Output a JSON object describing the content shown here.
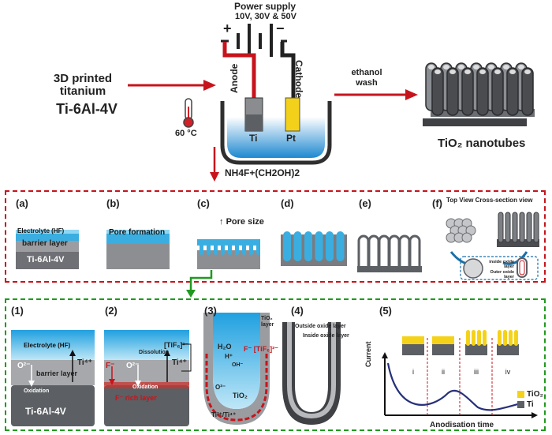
{
  "top": {
    "power_supply_title": "Power supply",
    "power_supply_voltages": "10V, 30V & 50V",
    "plus": "+",
    "minus": "−",
    "anode": "Anode",
    "cathode": "Cathode",
    "ti": "Ti",
    "pt": "Pt",
    "electrolyte": "NH4F+(CH2OH)2",
    "sample_line1": "3D printed",
    "sample_line2": "titanium",
    "sample_alloy": "Ti-6Al-4V",
    "temperature": "60 °C",
    "wash_line1": "ethanol",
    "wash_line2": "wash",
    "product": "TiO₂ nanotubes"
  },
  "panel_a": {
    "a": "(a)",
    "b": "(b)",
    "c": "(c)",
    "d": "(d)",
    "e": "(e)",
    "f": "(f)",
    "electrolyte": "Electrolyte (HF)",
    "barrier": "barrier layer",
    "alloy": "Ti-6Al-4V",
    "pore_formation": "Pore formation",
    "pore_size": "Pore size",
    "top_view": "Top View",
    "cross_section": "Cross-section view",
    "inside_oxide": "inside oxide layer",
    "outer_oxide": "Outer oxide layer"
  },
  "panel_b": {
    "p1": "(1)",
    "p2": "(2)",
    "p3": "(3)",
    "p4": "(4)",
    "p5": "(5)",
    "electrolyte": "Electrolyte (HF)",
    "o2": "O²⁻",
    "barrier": "barrier layer",
    "ti4": "Ti⁴⁺",
    "oxidation": "Oxidation",
    "alloy": "Ti-6Al-4V",
    "dissolution": "Dissolution",
    "tif6": "[TiF₆]²⁻",
    "fminus": "F⁻",
    "f_rich": "F⁻ rich layer",
    "tio2_layer": "TiO₂ layer",
    "h2o": "H₂O",
    "hplus": "H⁺",
    "ohminus": "OH⁻",
    "f_tif6": "F⁻ [TiF₆]²⁻",
    "o2s": "O²⁻",
    "tio2": "TiO₂",
    "ti_ti": "Ti²⁺/Ti⁴⁺",
    "outside_oxide": "Outside oxide layer",
    "inside_oxide": "Inside oxide layer",
    "stages": [
      "i",
      "ii",
      "iii",
      "iv"
    ],
    "ylabel": "Current",
    "xlabel": "Anodisation time",
    "legend_tio2": "TiO₂",
    "legend_ti": "Ti",
    "colors": {
      "tio2": "#f5d21a",
      "ti": "#5c5f63"
    }
  }
}
